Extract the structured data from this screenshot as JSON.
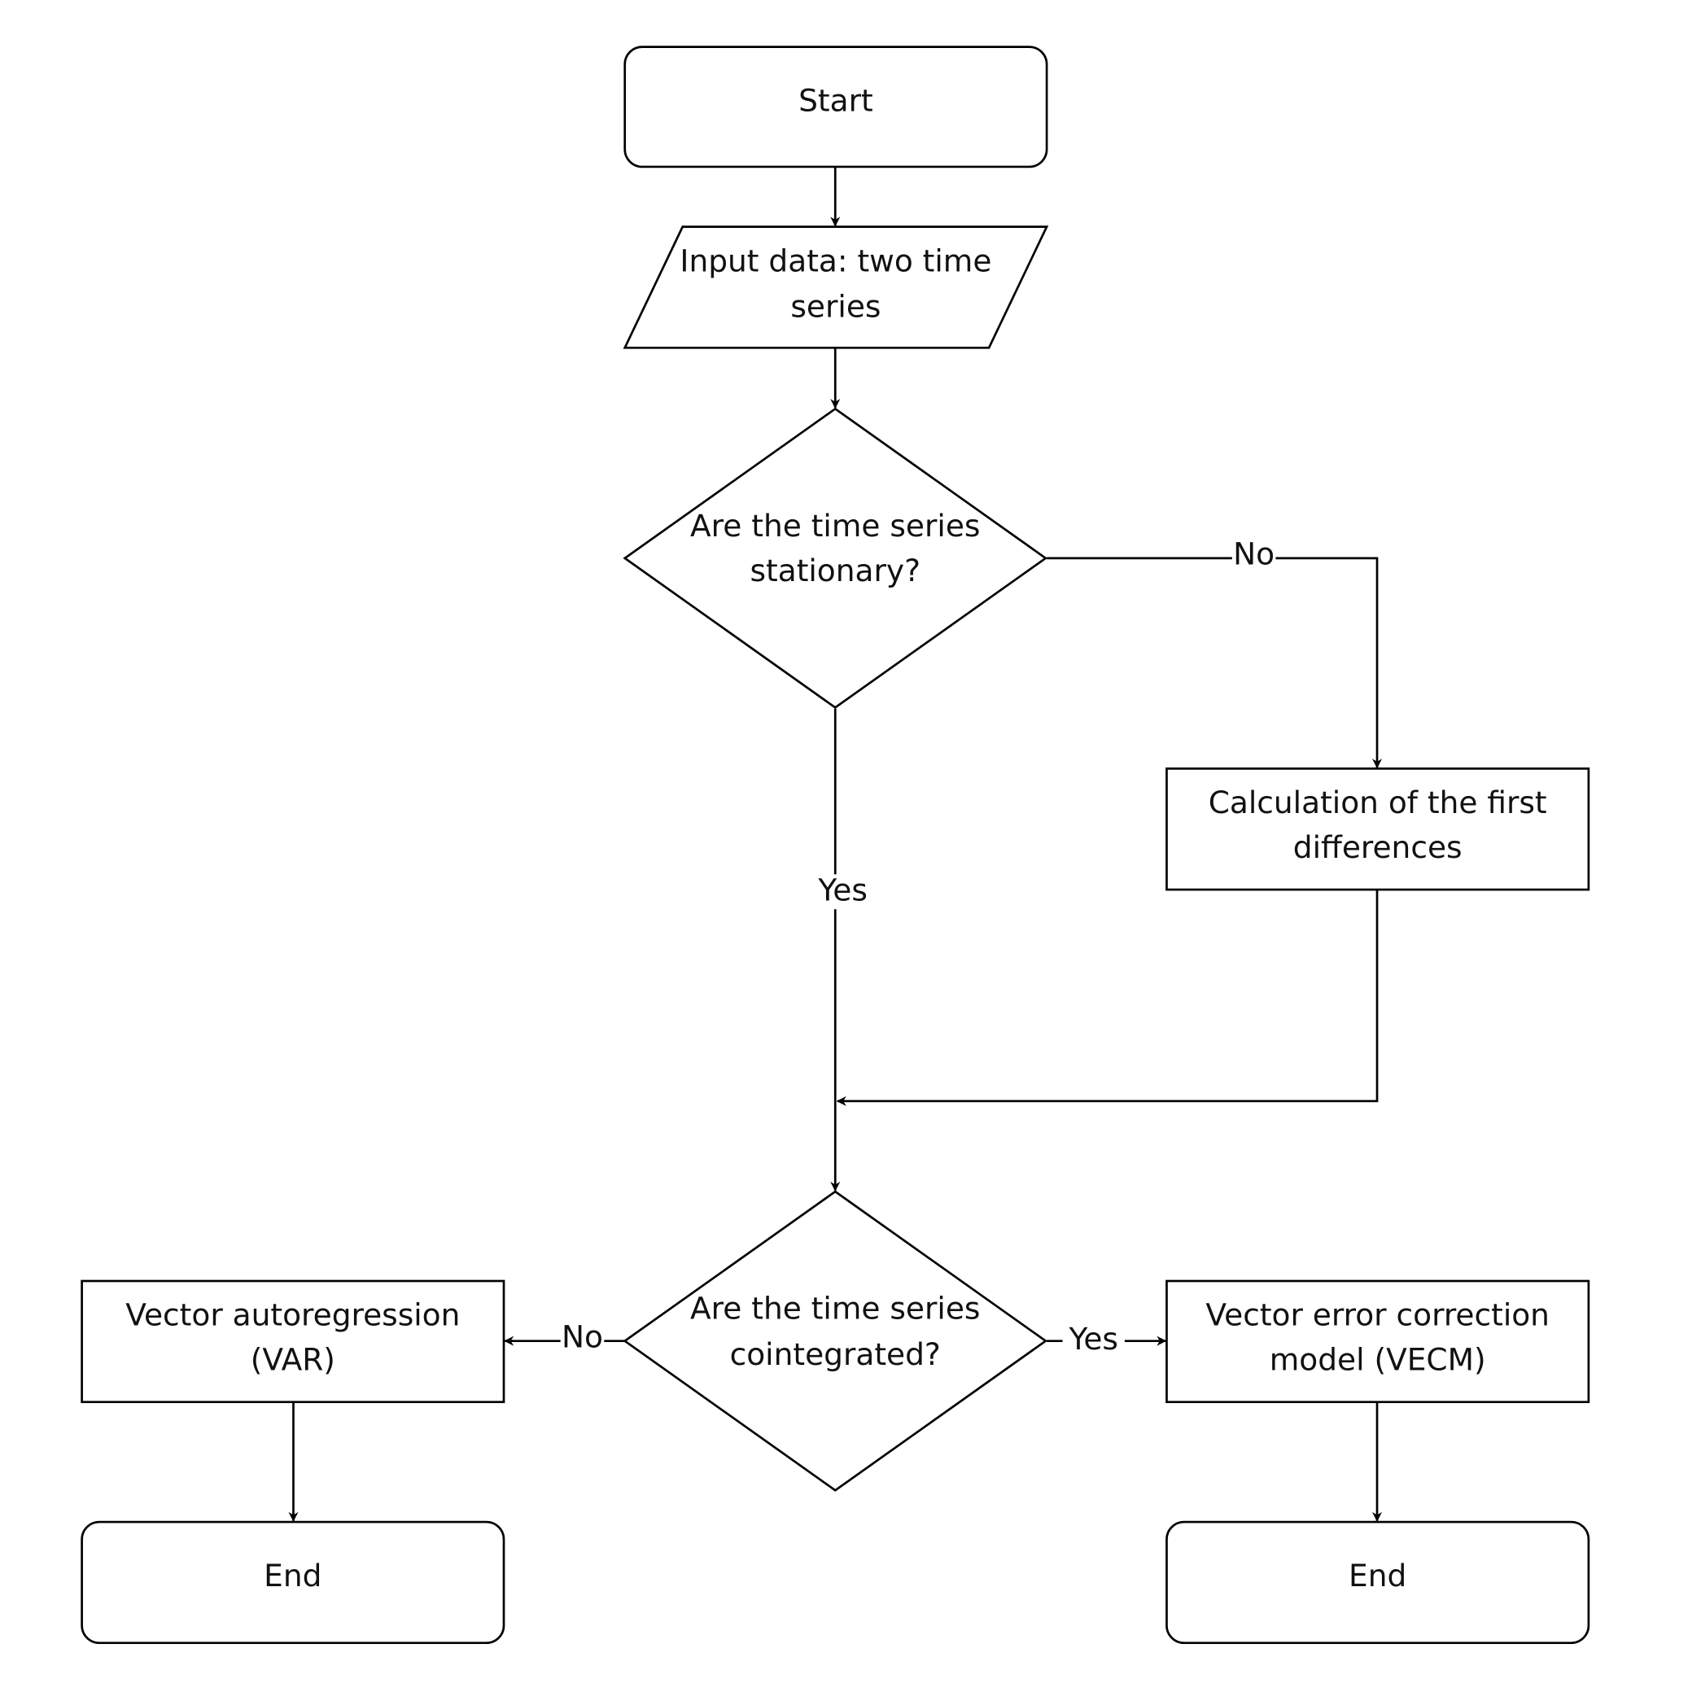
{
  "nodes": {
    "start": {
      "lines": [
        "Start"
      ]
    },
    "input": {
      "lines": [
        "Input data: two time",
        "series"
      ]
    },
    "stationary": {
      "lines": [
        "Are the time series",
        "stationary?"
      ]
    },
    "differences": {
      "lines": [
        "Calculation of the first",
        "differences"
      ]
    },
    "cointegrated": {
      "lines": [
        "Are the time series",
        "cointegrated?"
      ]
    },
    "var": {
      "lines": [
        "Vector autoregression",
        "(VAR)"
      ]
    },
    "vecm": {
      "lines": [
        "Vector error correction",
        "model (VECM)"
      ]
    },
    "end_left": {
      "lines": [
        "End"
      ]
    },
    "end_right": {
      "lines": [
        "End"
      ]
    }
  },
  "edges": {
    "stationary_no": "No",
    "stationary_yes": "Yes",
    "cointegrated_no": "No",
    "cointegrated_yes": "Yes"
  },
  "colors": {
    "stroke": "#000000",
    "fill": "#ffffff",
    "text": "#111111"
  }
}
